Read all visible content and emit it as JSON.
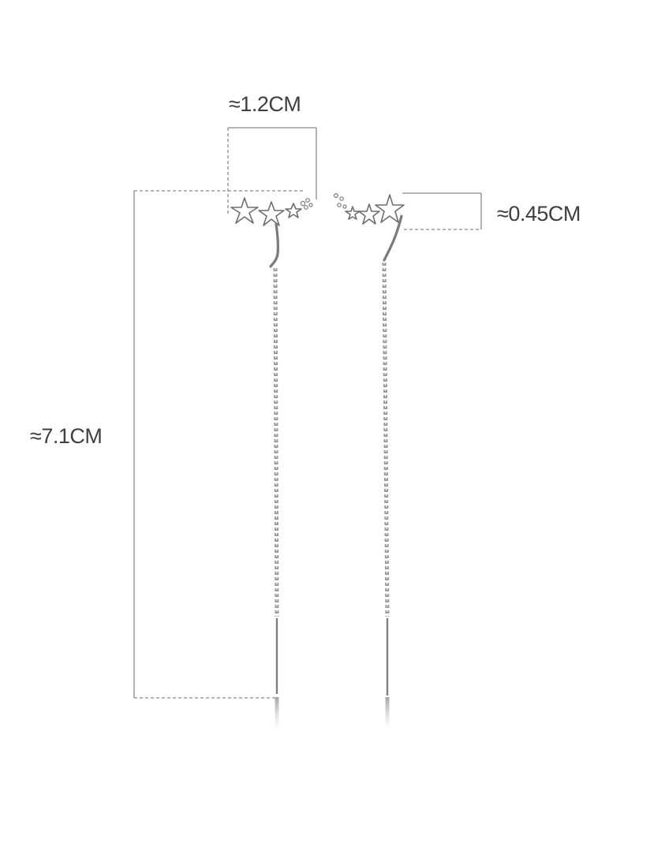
{
  "dimensions": {
    "width_label": "≈1.2CM",
    "star_height_label": "≈0.45CM",
    "length_label": "≈7.1CM"
  },
  "colors": {
    "background": "#ffffff",
    "guide_line": "#8a8a8a",
    "metal": "#8c8c8c",
    "label_text": "#3f3f3f"
  }
}
